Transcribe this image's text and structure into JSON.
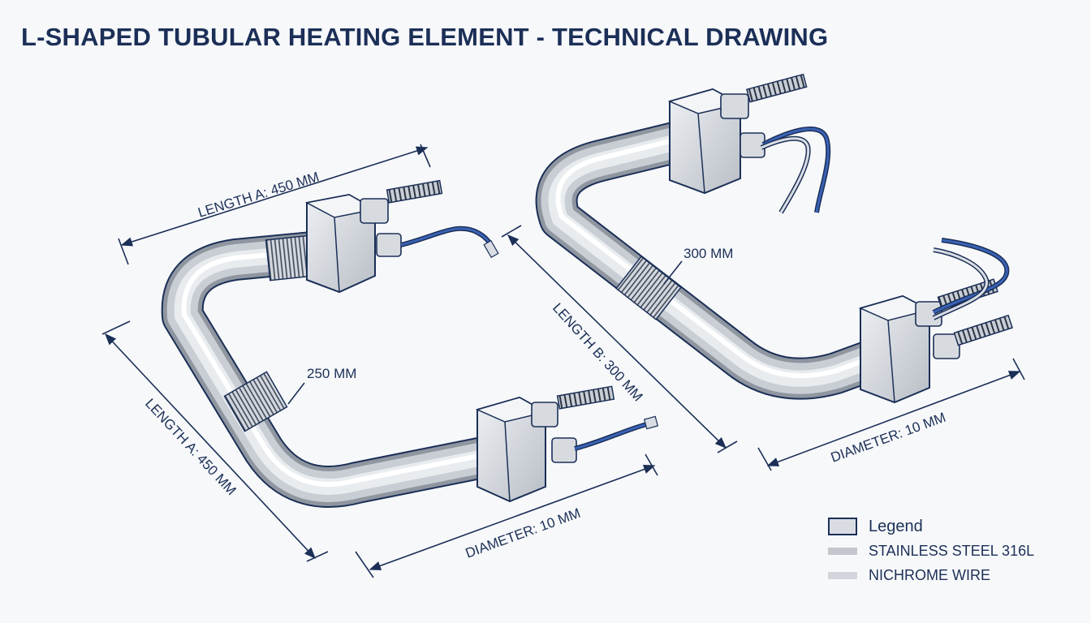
{
  "title": "L-SHAPED TUBULAR HEATING ELEMENT - TECHNICAL DRAWING",
  "left_element": {
    "length_top_label": "LENGTH A: 450 MM",
    "length_left_label": "LENGTH A: 450 MM",
    "section_label": "250 MM",
    "diameter_label": "DIAMETER: 10 MM"
  },
  "right_element": {
    "length_label": "LENGTH B: 300 MM",
    "section_label": "300 MM",
    "diameter_label": "DIAMETER: 10 MM"
  },
  "legend": {
    "title": "Legend",
    "items": [
      {
        "label": "STAINLESS STEEL 316L",
        "color": "#c4c8ce"
      },
      {
        "label": "NICHROME WIRE",
        "color": "#d2d6dc"
      }
    ]
  },
  "colors": {
    "ink": "#1b2f57",
    "steel_light": "#f4f6f8",
    "steel_mid": "#c9ced5",
    "steel_dark": "#8f96a0",
    "wire_blue": "#2c4f9c"
  }
}
